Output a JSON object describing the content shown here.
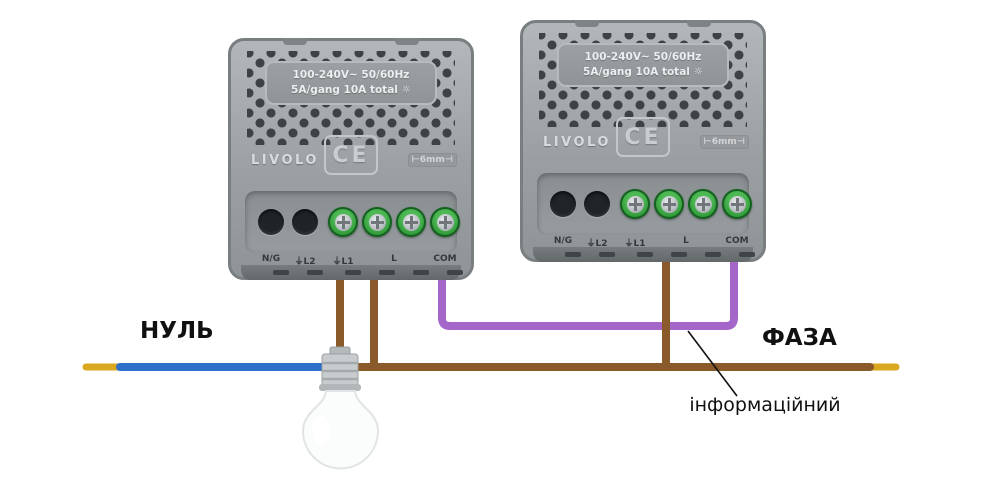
{
  "module": {
    "ratings_line1": "100-240V~  50/60Hz",
    "ratings_line2": "5A/gang 10A total ☼",
    "brand": "LIVOLO",
    "ce_mark": "CE",
    "wire_gauge": "⊢6mm⊣",
    "terminals": [
      "N/G",
      "⏚L2",
      "⏚L1",
      "L",
      "COM"
    ]
  },
  "labels": {
    "neutral": "НУЛЬ",
    "phase": "ФАЗА",
    "signal_wire": "інформаційний"
  },
  "colors": {
    "wire_neutral": "#2e6fc9",
    "wire_phase": "#8a5a2b",
    "wire_signal": "#a566c9",
    "wire_bare_tip": "#d9a81f",
    "pointer_line": "#111111"
  }
}
